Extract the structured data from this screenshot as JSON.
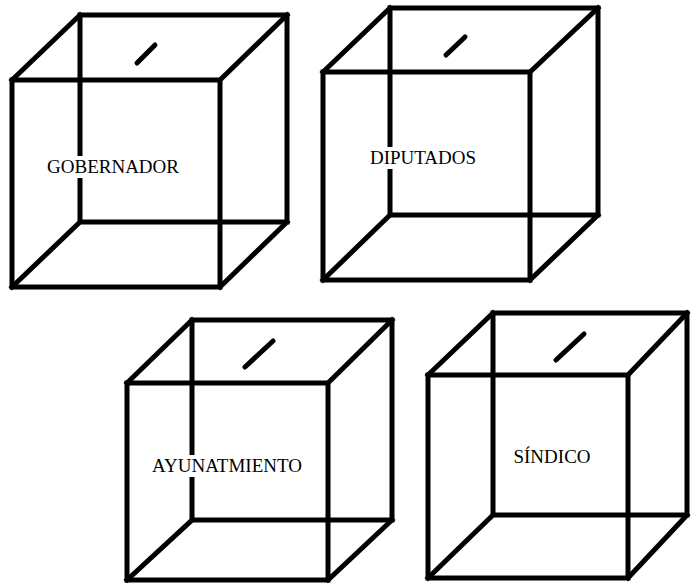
{
  "diagram": {
    "nodes": [
      {
        "text": [
          "GOBERNADOR"
        ]
      },
      {
        "text": [
          "DIPUTADOS"
        ]
      },
      {
        "text": [
          "AYUNATMIENTO"
        ]
      },
      {
        "text": [
          "SÍNDICO"
        ]
      }
    ]
  }
}
